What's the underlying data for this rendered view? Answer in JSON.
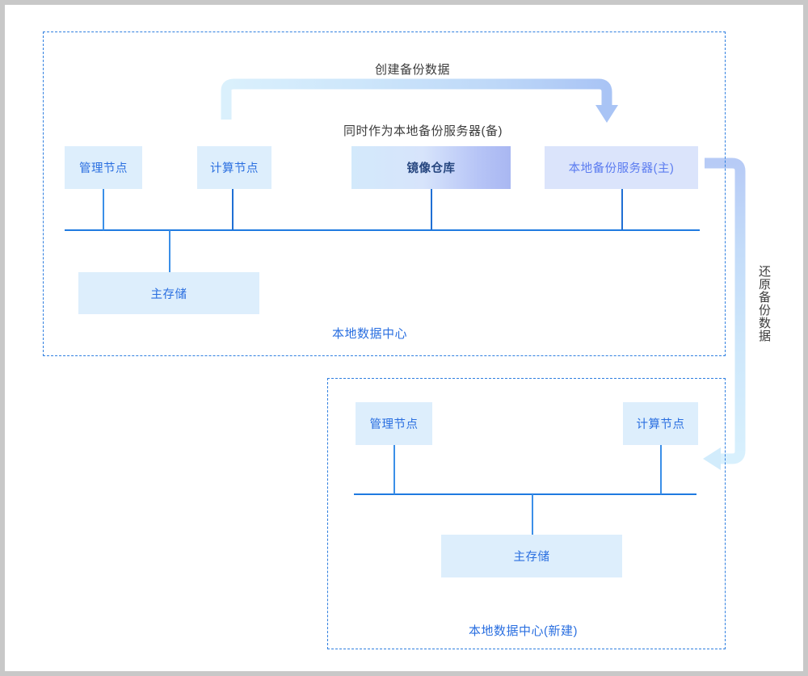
{
  "diagram": {
    "title_annotations": {
      "create_backup": "创建备份数据",
      "also_backup_server": "同时作为本地备份服务器(备)",
      "restore_backup": "还原备份数据"
    },
    "datacenters": [
      {
        "id": "local-dc",
        "label": "本地数据中心",
        "nodes": [
          {
            "id": "mgmt-node",
            "label": "管理节点",
            "style": "plain"
          },
          {
            "id": "compute-node",
            "label": "计算节点",
            "style": "plain"
          },
          {
            "id": "image-registry",
            "label": "镜像仓库",
            "style": "gradient"
          },
          {
            "id": "backup-server-primary",
            "label": "本地备份服务器(主)",
            "style": "lavender"
          },
          {
            "id": "primary-storage",
            "label": "主存储",
            "style": "plain"
          }
        ]
      },
      {
        "id": "local-dc-new",
        "label": "本地数据中心(新建)",
        "nodes": [
          {
            "id": "mgmt-node-new",
            "label": "管理节点",
            "style": "plain"
          },
          {
            "id": "compute-node-new",
            "label": "计算节点",
            "style": "plain"
          },
          {
            "id": "primary-storage-new",
            "label": "主存储",
            "style": "plain"
          }
        ]
      }
    ],
    "colors": {
      "node_fill": "#ddeefc",
      "node_text": "#2a6fe0",
      "backup_node_fill": "#dbe4fb",
      "backup_node_text": "#5b7cf0",
      "registry_gradient_start": "#d3e9fb",
      "registry_gradient_end": "#a9b7f2",
      "container_border": "#2f7fe0",
      "bus_line": "#1f7ae0",
      "arrow_light": "#d8eefb",
      "arrow_mid": "#bcd6f8",
      "arrow_dark": "#a9c4f5",
      "annotation_text": "#3c3c3c",
      "page_border": "#c8c8c8"
    }
  }
}
